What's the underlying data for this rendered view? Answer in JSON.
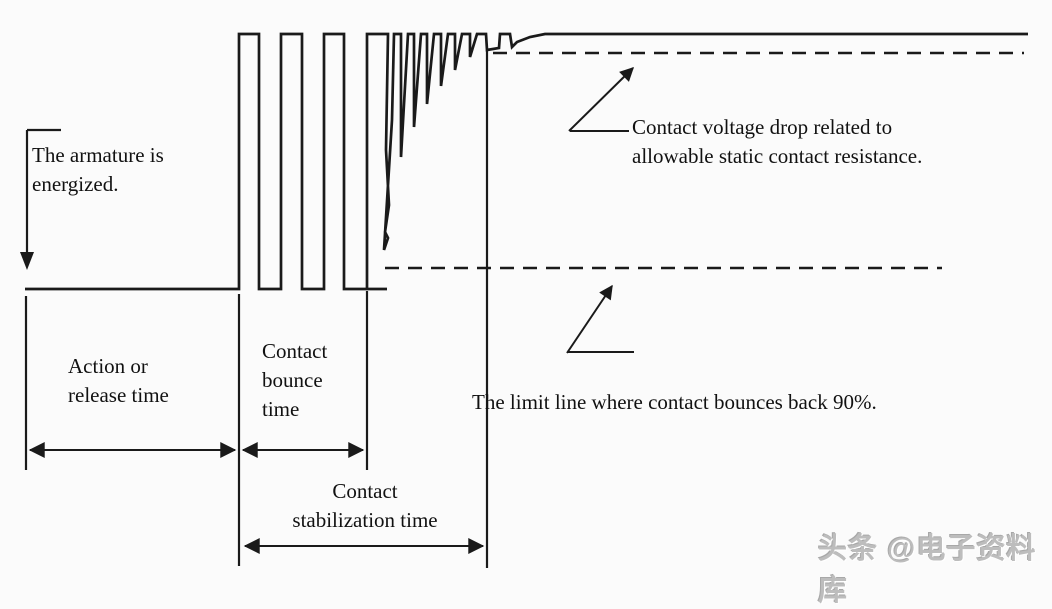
{
  "figure": {
    "type": "relay-contact-bounce-timing-diagram",
    "labels": {
      "armature": [
        "The armature is",
        "energized."
      ],
      "voltage_drop": [
        "Contact voltage drop related to",
        "allowable static contact resistance."
      ],
      "limit_line": [
        "The limit line where contact bounces back 90%."
      ],
      "action_release": [
        "Action or",
        "release time"
      ],
      "contact_bounce": [
        "Contact",
        "bounce",
        "time"
      ],
      "contact_stabilization": [
        "Contact",
        "stabilization time"
      ]
    },
    "watermark": "头条 @电子资料库",
    "colors": {
      "line": "#1a1a1a",
      "background": "#fbfbfb",
      "watermark": "#bdbdbd"
    }
  }
}
